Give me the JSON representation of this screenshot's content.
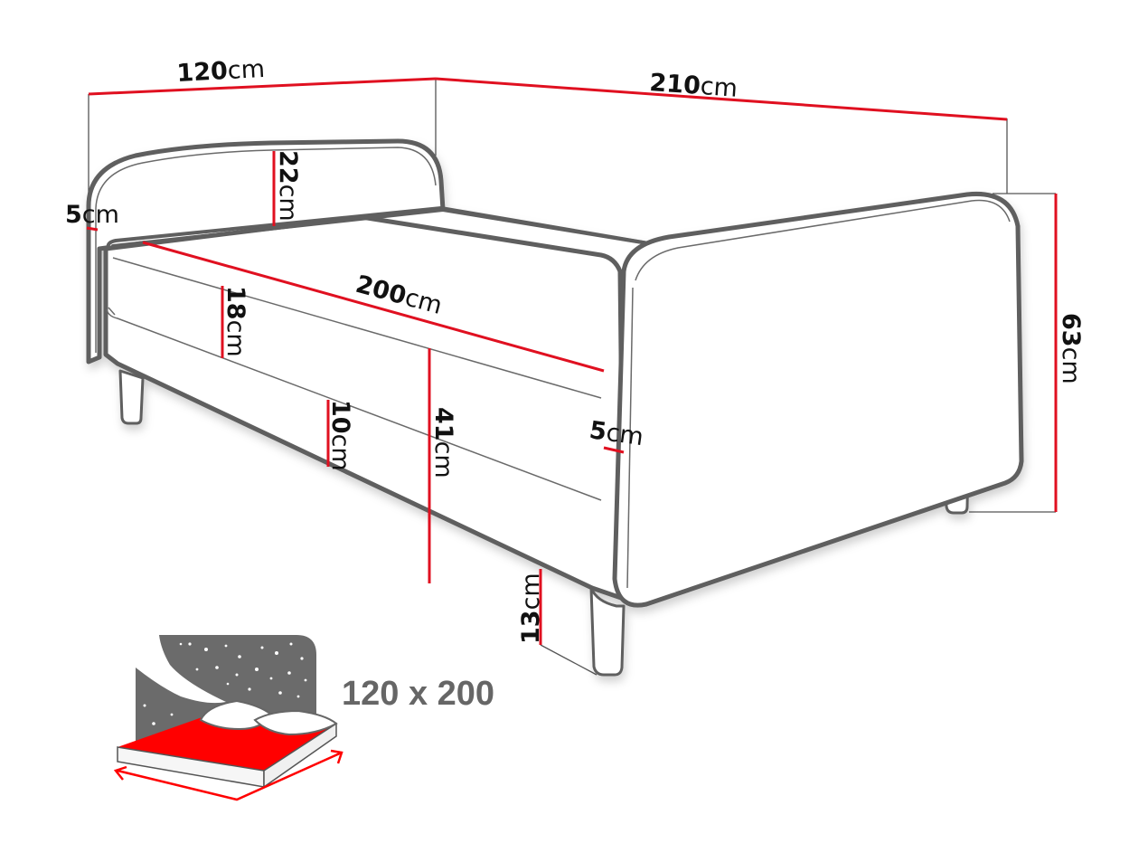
{
  "diagram": {
    "subject": "Bed with headboard and footboard - dimension drawing",
    "unit": "cm",
    "colors": {
      "dimension_line": "#e01020",
      "outline": "#5e5e5e",
      "icon_gray": "#6b6b6b",
      "icon_red": "#ff0000",
      "size_text": "#666666"
    },
    "dimensions": {
      "overall_width": {
        "value": "120",
        "unit": "cm"
      },
      "overall_length": {
        "value": "210",
        "unit": "cm"
      },
      "headboard_above_mattress": {
        "value": "22",
        "unit": "cm"
      },
      "headboard_thickness": {
        "value": "5",
        "unit": "cm"
      },
      "mattress_length": {
        "value": "200",
        "unit": "cm"
      },
      "mattress_height": {
        "value": "18",
        "unit": "cm"
      },
      "base_height": {
        "value": "10",
        "unit": "cm"
      },
      "seat_height": {
        "value": "41",
        "unit": "cm"
      },
      "footboard_thickness": {
        "value": "5",
        "unit": "cm"
      },
      "overall_height": {
        "value": "63",
        "unit": "cm"
      },
      "leg_height": {
        "value": "13",
        "unit": "cm"
      }
    },
    "mattress_size_badge": {
      "label": "120 x 200",
      "icon": "bed-night-stars-icon"
    }
  }
}
